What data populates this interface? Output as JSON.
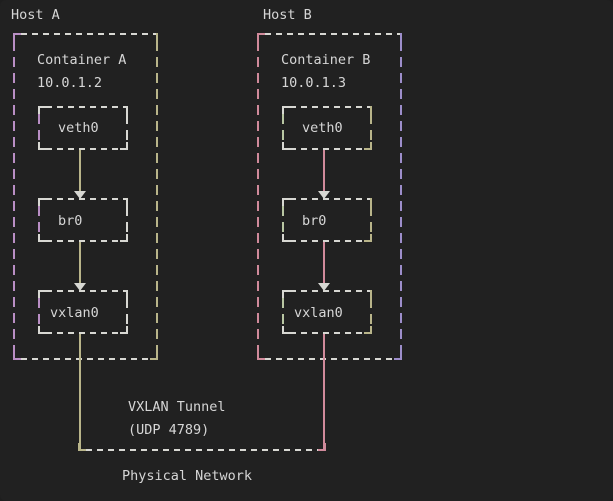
{
  "diagram": {
    "title_a": "Host A",
    "title_b": "Host B",
    "footer": "Physical Network",
    "tunnel": {
      "line1": "VXLAN Tunnel",
      "line2": "(UDP 4789)"
    },
    "hosts": [
      {
        "id": "host-a",
        "label": "Host A",
        "container_name": "Container A",
        "container_ip": "10.0.1.2",
        "nodes": [
          {
            "id": "veth0",
            "label": "veth0"
          },
          {
            "id": "br0",
            "label": "br0"
          },
          {
            "id": "vxlan0",
            "label": "vxlan0"
          }
        ]
      },
      {
        "id": "host-b",
        "label": "Host B",
        "container_name": "Container B",
        "container_ip": "10.0.1.3",
        "nodes": [
          {
            "id": "veth0",
            "label": "veth0"
          },
          {
            "id": "br0",
            "label": "br0"
          },
          {
            "id": "vxlan0",
            "label": "vxlan0"
          }
        ]
      }
    ]
  },
  "colors": {
    "background": "#212121",
    "text": "#d6d6d6",
    "purple": "#b98ec4",
    "khaki": "#b9b58a",
    "pink": "#d08a9b",
    "lilac": "#9d8ecb",
    "green": "#b9c7a3",
    "white": "#d8d8d3"
  }
}
